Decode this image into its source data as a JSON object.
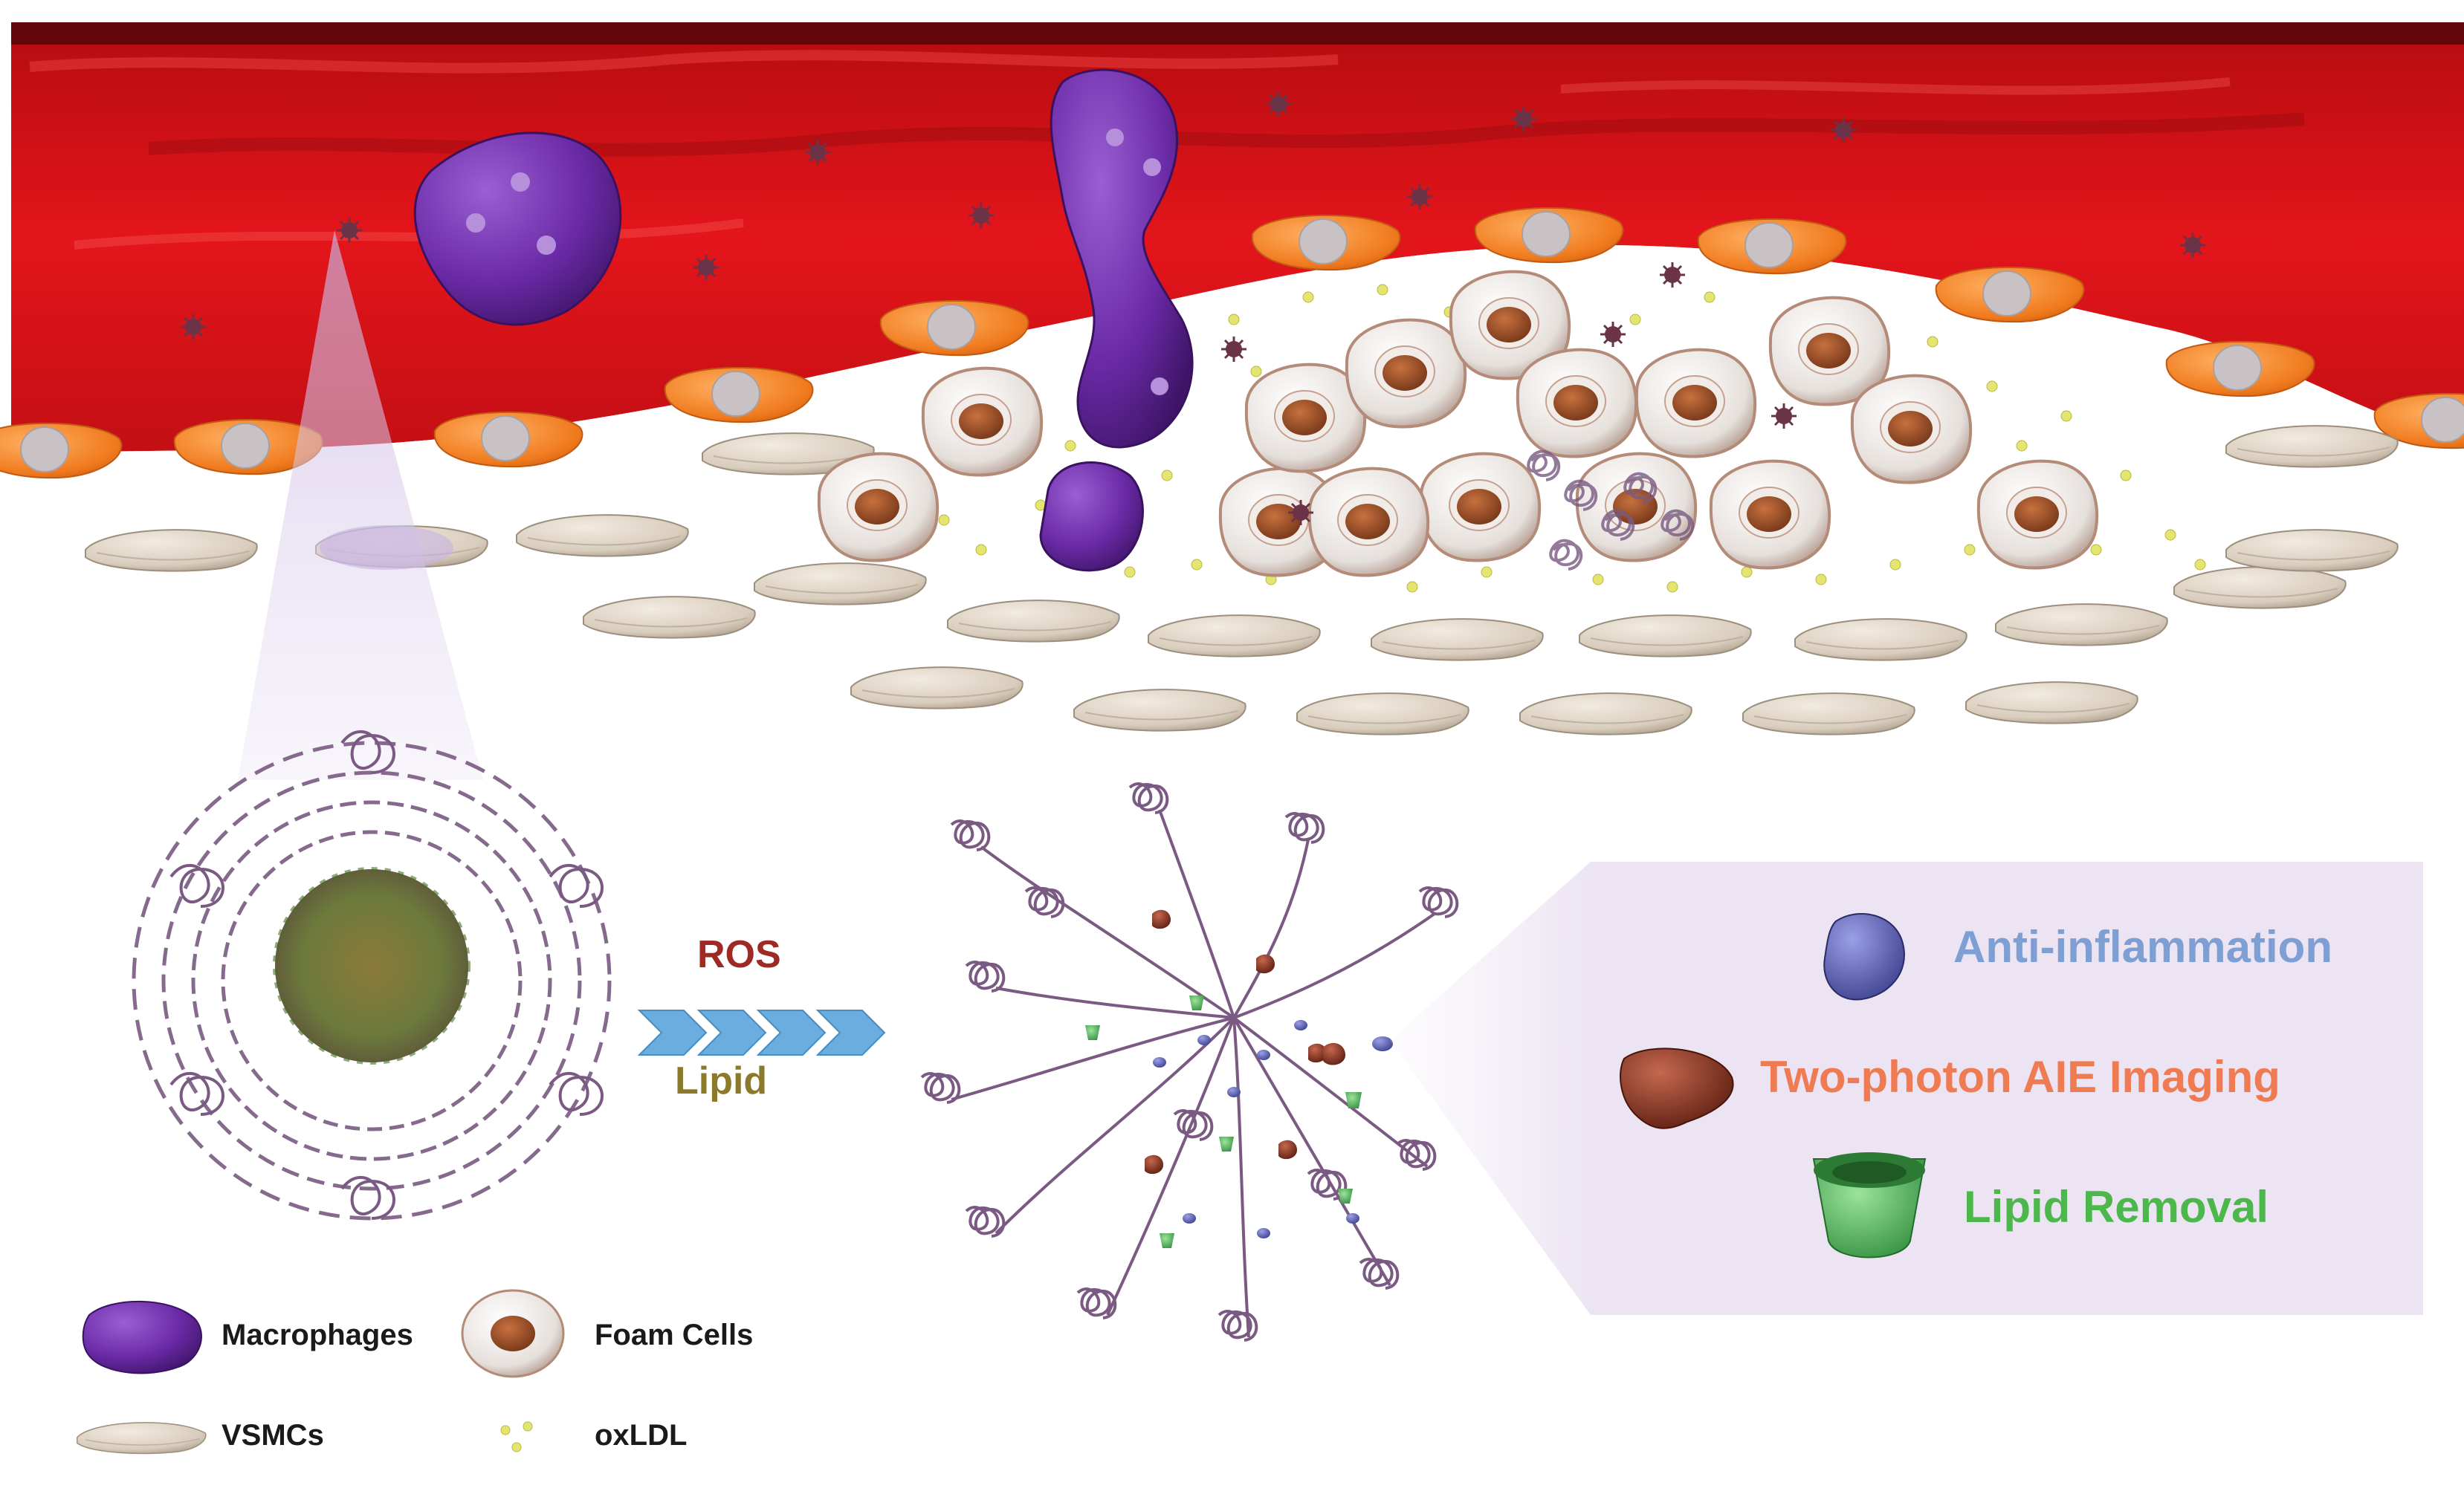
{
  "arrow": {
    "top_label": "ROS",
    "bottom_label": "Lipid"
  },
  "functions": {
    "anti_inflammation": "Anti-inflammation",
    "imaging": "Two-photon AIE Imaging",
    "lipid_removal": "Lipid Removal"
  },
  "legend": {
    "macrophages": "Macrophages",
    "foam_cells": "Foam Cells",
    "vsmcs": "VSMCs",
    "oxldl": "oxLDL"
  },
  "colors": {
    "blood": "#d8141a",
    "macrophage": "#6a2aa6",
    "endothelial": "#f07a1e",
    "vsmc": "#d9cdbd",
    "foam_nucleus": "#8a4220",
    "oxldl": "#e9e98a",
    "polymer": "#7a5a82",
    "anti_inflammation": "#7d9fd3",
    "imaging": "#ef7b52",
    "lipid_removal": "#4cb84c",
    "arrow_top": "#9e2a25",
    "arrow_bottom": "#8a7a2a",
    "chevron": "#6aaee0"
  }
}
